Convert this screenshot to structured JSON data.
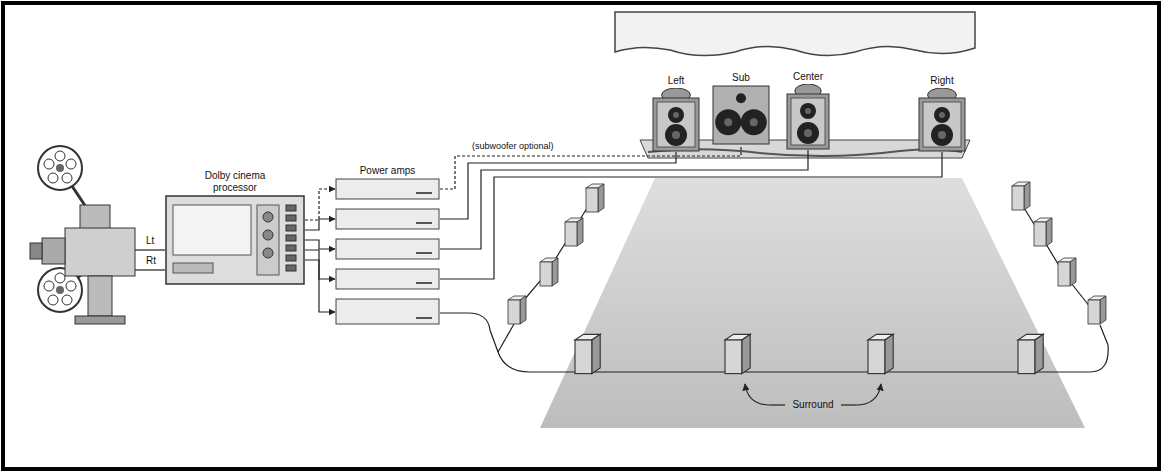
{
  "diagram": {
    "nodes": [
      {
        "text": [
          "Dolby cinema processor"
        ]
      },
      {
        "text": [
          "Power amps"
        ]
      },
      {
        "text": [
          "Left"
        ]
      },
      {
        "text": [
          "Sub"
        ]
      },
      {
        "text": [
          "Center"
        ]
      },
      {
        "text": [
          "Right"
        ]
      }
    ],
    "edges": [
      {
        "from": 0,
        "to": 1,
        "arrow": "to"
      },
      {
        "from": 1,
        "to": 3,
        "label": "(subwoofer optional)",
        "arrow": "none"
      },
      {
        "from": 1,
        "to": 2,
        "arrow": "none"
      },
      {
        "from": 1,
        "to": 4,
        "arrow": "none"
      },
      {
        "from": 1,
        "to": 5,
        "arrow": "none"
      }
    ],
    "labels": [
      "Lt",
      "Rt",
      "Surround"
    ]
  }
}
